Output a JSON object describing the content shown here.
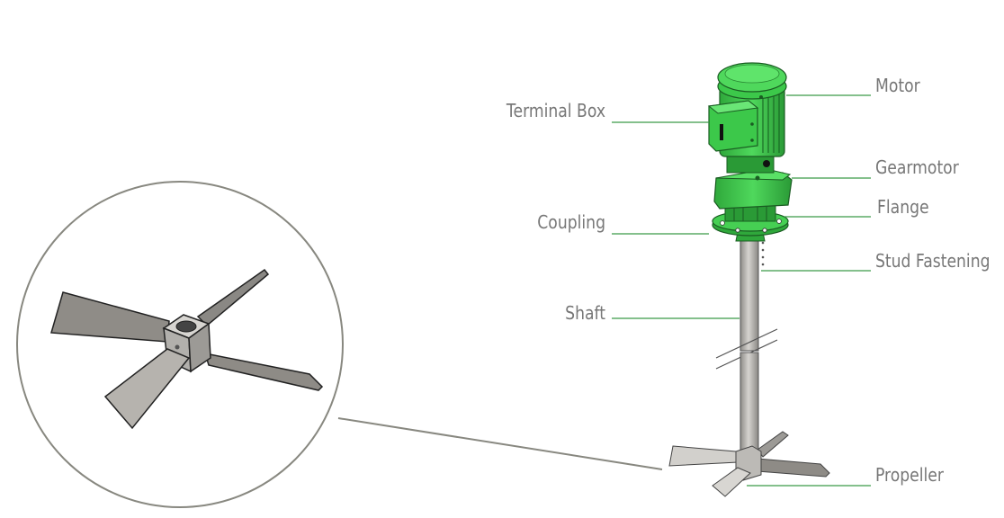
{
  "diagram": {
    "labels": {
      "terminal_box": "Terminal Box",
      "coupling": "Coupling",
      "shaft": "Shaft",
      "motor": "Motor",
      "gearmotor": "Gearmotor",
      "flange": "Flange",
      "stud_fastening": "Stud Fastening",
      "propeller": "Propeller"
    },
    "colors": {
      "motor_green": "#3cc84a",
      "motor_green_dark": "#1f8a2c",
      "leader_line": "#3a9a48",
      "label_text": "#777777",
      "steel": "#a8a6a2",
      "circle_outline": "#888880"
    }
  }
}
